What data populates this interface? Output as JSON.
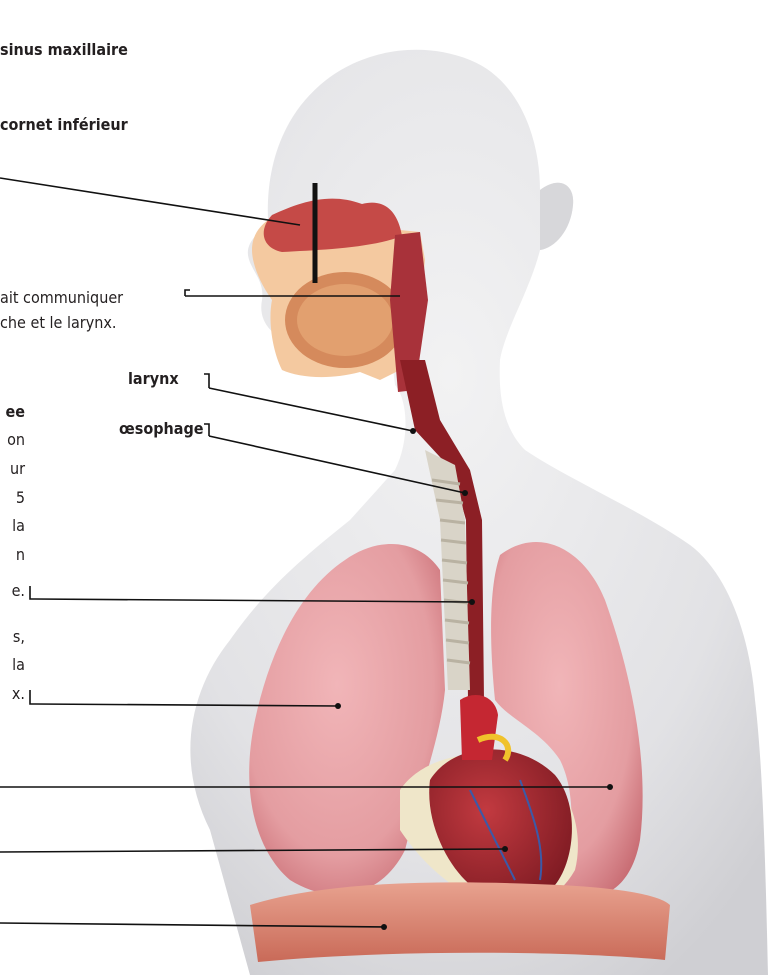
{
  "labels": {
    "sinus_maxillaire": "sinus maxillaire",
    "cornet_inferieur": "cornet inférieur",
    "pharynx_line1": "ait communiquer",
    "pharynx_line2": "che et le larynx.",
    "larynx": "larynx",
    "oesophage": "œsophage",
    "trachee_title": "ee",
    "trachee_lines": [
      "on",
      "ur",
      "5",
      "la",
      "n",
      "e."
    ],
    "bronches_lines": [
      "s,",
      "la",
      "x."
    ]
  },
  "colors": {
    "line": "#111111",
    "skin": "#e6e6e8",
    "skin_shadow": "#c9c9cd",
    "lung": "#e8a0a4",
    "lung_dark": "#c8686f",
    "nasal": "#c44a48",
    "trachea": "#d9d4c8",
    "esophagus": "#8c1f25",
    "heart": "#a3232c",
    "pericardium": "#efe6c9",
    "diaphragm": "#d98573",
    "tissue": "#f3c59e"
  }
}
